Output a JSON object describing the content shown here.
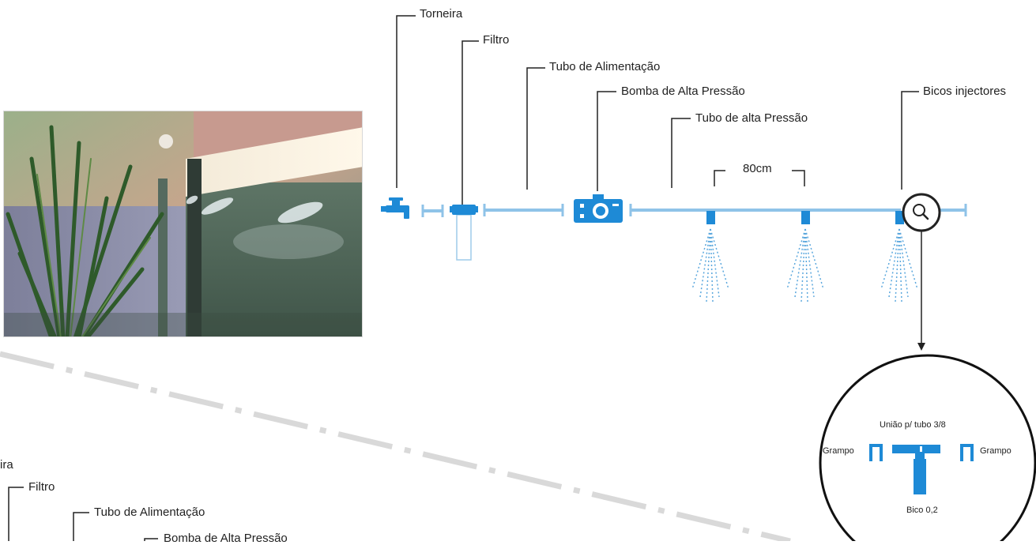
{
  "labels": {
    "torneira": "Torneira",
    "filtro": "Filtro",
    "tubo_alimentacao": "Tubo de Alimentação",
    "bomba": "Bomba de Alta Pressão",
    "tubo_alta": "Tubo de alta Pressão",
    "bicos": "Bicos injectores",
    "distancia": "80cm"
  },
  "detail": {
    "uniao": "União p/ tubo 3/8",
    "grampo_left": "Grampo",
    "grampo_right": "Grampo",
    "bico": "Bico 0,2"
  },
  "ghost": {
    "torneira_partial": "ira",
    "filtro": "Filtro",
    "tubo_alimentacao": "Tubo de Alimentação",
    "bomba_partial": "Bomba de Alta Pressão"
  },
  "photo": {
    "icon": "misting-system-photo"
  },
  "icons": {
    "tap": "tap-icon",
    "filter": "filter-icon",
    "pump": "pump-icon",
    "nozzle": "nozzle-icon",
    "magnifier": "magnifier-icon"
  },
  "colors": {
    "accent": "#1e8ad6",
    "pipe": "#8fc3e8"
  }
}
